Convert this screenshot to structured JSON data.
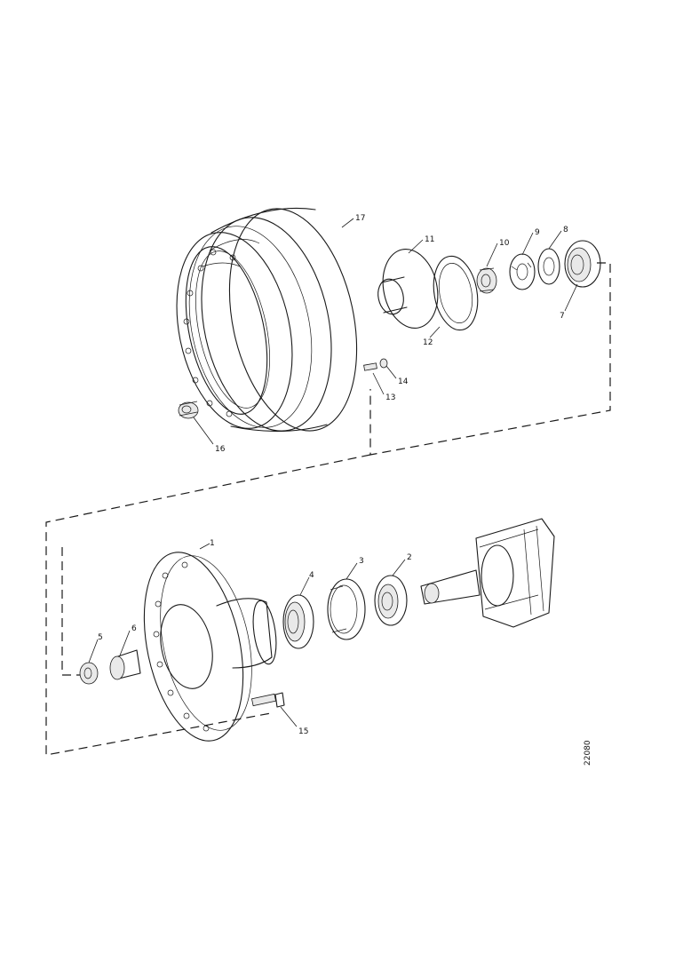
{
  "diagram": {
    "drawing_code": "22080",
    "callouts": {
      "p1": "1",
      "p2": "2",
      "p3": "3",
      "p4": "4",
      "p5": "5",
      "p6": "6",
      "p7": "7",
      "p8": "8",
      "p9": "9",
      "p10": "10",
      "p11": "11",
      "p12": "12",
      "p13": "13",
      "p14": "14",
      "p15": "15",
      "p16": "16",
      "p17": "17"
    }
  }
}
